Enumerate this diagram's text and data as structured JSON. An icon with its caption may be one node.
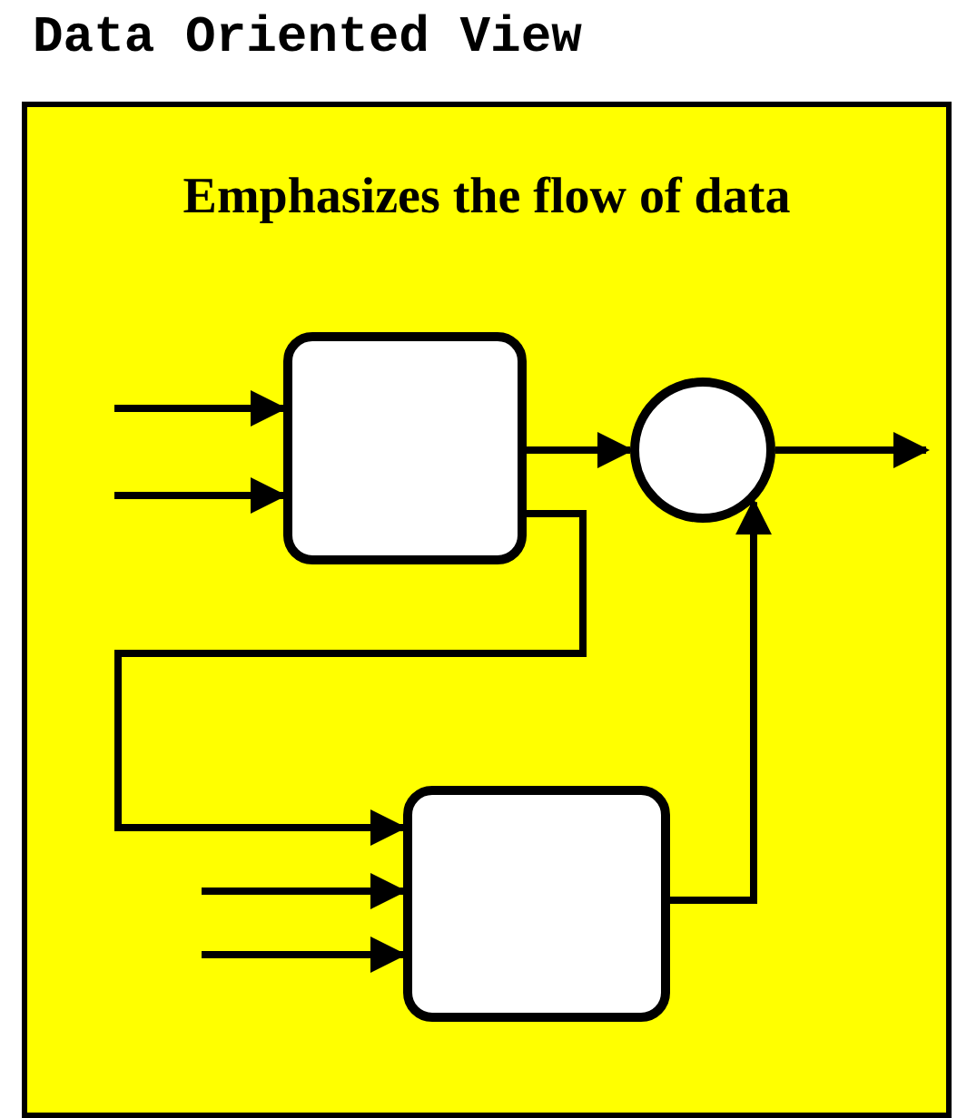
{
  "diagram": {
    "title": "Data Oriented View",
    "nodes": [
      {
        "text": [
          "Emphasizes the flow of data"
        ]
      },
      {
        "text": [],
        "shape": "box",
        "in": 0
      },
      {
        "text": [],
        "shape": "circle",
        "in": 0
      },
      {
        "text": [],
        "shape": "box",
        "in": 0
      }
    ],
    "edges": [
      {
        "from": null,
        "to": 1,
        "arrow": "to"
      },
      {
        "from": null,
        "to": 1,
        "arrow": "to"
      },
      {
        "from": 1,
        "to": 2,
        "arrow": "to"
      },
      {
        "from": 2,
        "to": null,
        "arrow": "to"
      },
      {
        "from": 1,
        "to": 3,
        "arrow": "to"
      },
      {
        "from": null,
        "to": 3,
        "arrow": "to"
      },
      {
        "from": null,
        "to": 3,
        "arrow": "to"
      },
      {
        "from": 3,
        "to": 2,
        "arrow": "to"
      }
    ]
  }
}
